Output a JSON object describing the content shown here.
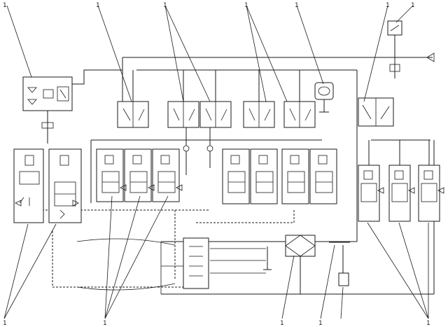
{
  "diagram": {
    "callouts_top": [
      "1",
      "1",
      "1",
      "1",
      "1",
      "1"
    ],
    "callouts_bottom_left": [
      "1",
      "1"
    ],
    "callouts_bottom_right": [
      "1",
      "1",
      "1"
    ],
    "callout_left": "1"
  },
  "colors": {
    "ink": "#1a1a1a",
    "background": "#ffffff"
  }
}
